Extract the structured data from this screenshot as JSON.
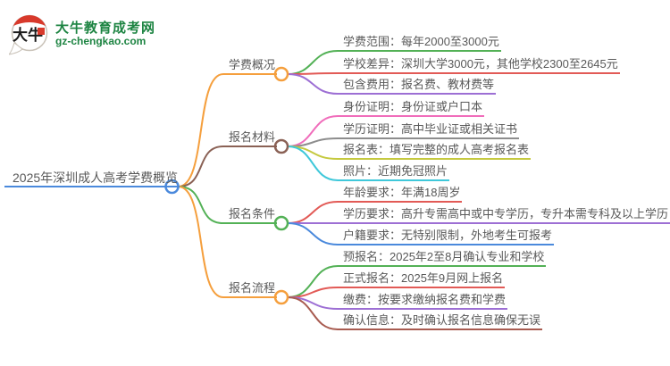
{
  "logo": {
    "icon_text": "大牛",
    "title": "大牛教育成考网",
    "url": "gz-chengkao.com",
    "green": "#1d8442",
    "red": "#d8392b"
  },
  "mindmap": {
    "root": {
      "label": "2025年深圳成人高考学费概览",
      "color": "#4a89dc"
    },
    "branches": [
      {
        "label": "学费概况",
        "color": "#f59f3d",
        "children": [
          {
            "label": "学费范围：每年2000至3000元",
            "color": "#53b156"
          },
          {
            "label": "学校差异：深圳大学3000元，其他学校2300至2645元",
            "color": "#e25a56"
          },
          {
            "label": "包含费用：报名费、教材费等",
            "color": "#9d6fd4"
          }
        ]
      },
      {
        "label": "报名材料",
        "color": "#8a6155",
        "children": [
          {
            "label": "身份证明：身份证或户口本",
            "color": "#f06dbb"
          },
          {
            "label": "学历证明：高中毕业证或相关证书",
            "color": "#8d8d8d"
          },
          {
            "label": "报名表：填写完整的成人高考报名表",
            "color": "#c5c93f"
          },
          {
            "label": "照片：近期免冠照片",
            "color": "#3fc8da"
          }
        ]
      },
      {
        "label": "报名条件",
        "color": "#53b156",
        "children": [
          {
            "label": "年龄要求：年满18周岁",
            "color": "#e25a56"
          },
          {
            "label": "学历要求：高升专需高中或中专学历，专升本需专科及以上学历",
            "color": "#9d6fd4"
          },
          {
            "label": "户籍要求：无特别限制，外地考生可报考",
            "color": "#4a89dc"
          }
        ]
      },
      {
        "label": "报名流程",
        "color": "#f59f3d",
        "children": [
          {
            "label": "预报名：2025年2至8月确认专业和学校",
            "color": "#53b156"
          },
          {
            "label": "正式报名：2025年9月网上报名",
            "color": "#e25a56"
          },
          {
            "label": "缴费：按要求缴纳报名费和学费",
            "color": "#9d6fd4"
          },
          {
            "label": "确认信息：及时确认报名信息确保无误",
            "color": "#a85b50"
          }
        ]
      }
    ]
  }
}
